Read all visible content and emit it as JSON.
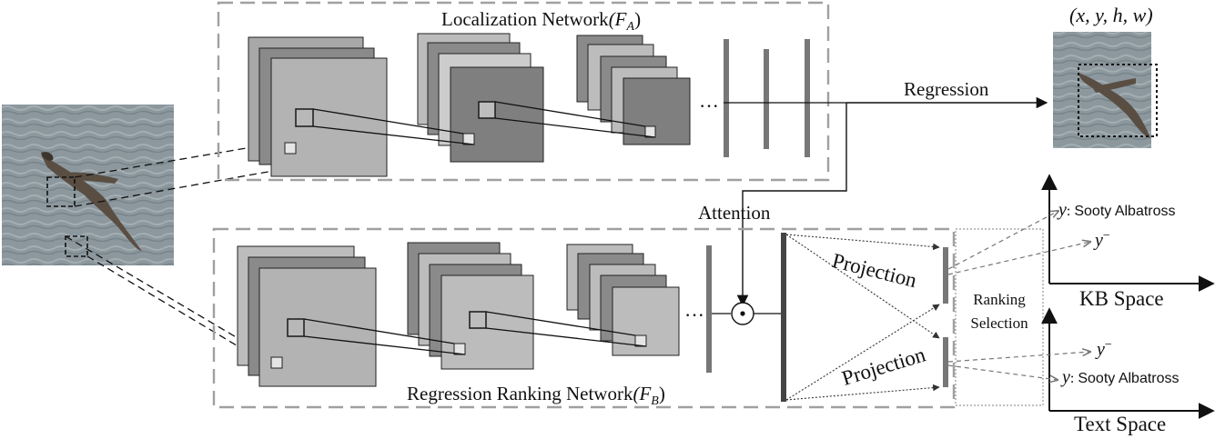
{
  "localization": {
    "title": "Localization Network",
    "symbol": "(F",
    "sub": "A",
    "close": ")"
  },
  "ranking": {
    "title": "Regression Ranking Network",
    "symbol": "(F",
    "sub": "B",
    "close": ")"
  },
  "regression_label": "Regression",
  "attention_label": "Attention",
  "bbox_label": "(x, y, h, w)",
  "projection_label": "Projection",
  "ranking_selection": {
    "line1": "Ranking",
    "line2": "Selection"
  },
  "kb_space": {
    "title": "KB Space",
    "positive": {
      "var": "y",
      "sep": ":",
      "text": "Sooty Albatross"
    },
    "negative": {
      "var": "y",
      "sup": "−"
    }
  },
  "text_space": {
    "title": "Text Space",
    "positive": {
      "var": "y",
      "sep": ":",
      "text": "Sooty Albatross"
    },
    "negative": {
      "var": "y",
      "sup": "−"
    }
  },
  "ellipsis": "···",
  "odot": "⊙",
  "icons": {
    "input": "bird-photo-icon",
    "cropped": "cropped-bird-icon"
  }
}
